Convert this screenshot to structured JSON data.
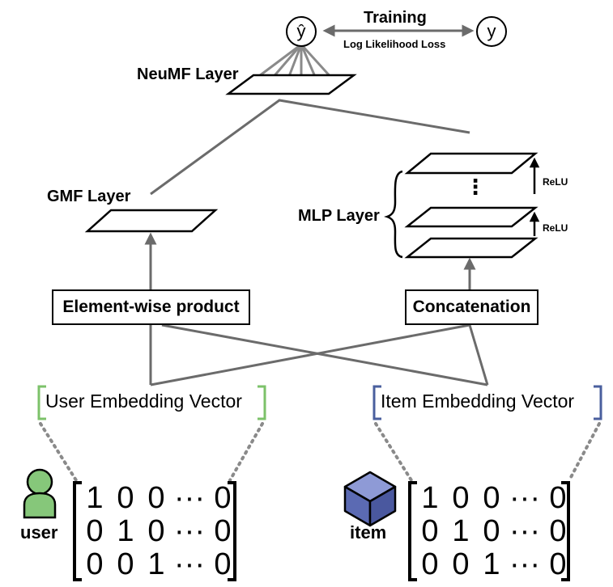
{
  "output": {
    "prediction": "ŷ",
    "target": "y",
    "training_label": "Training",
    "loss_label": "Log Likelihood Loss"
  },
  "layers": {
    "neumf": "NeuMF Layer",
    "gmf": "GMF Layer",
    "mlp": "MLP Layer",
    "activation_top": "ReLU",
    "activation_bottom": "ReLU",
    "vertical_ellipsis": "⋮"
  },
  "operations": {
    "element_wise": "Element-wise product",
    "concatenation": "Concatenation"
  },
  "embeddings": {
    "user": "User Embedding Vector",
    "item": "Item Embedding Vector",
    "user_bracket_color": "#7cc26a",
    "item_bracket_color": "#4a5f9e"
  },
  "inputs": {
    "user_label": "user",
    "item_label": "item",
    "user_icon_color": "#86c77a",
    "item_icon_color": "#6f7fc4",
    "user_matrix": [
      [
        "1",
        "0",
        "0",
        "···",
        "0"
      ],
      [
        "0",
        "1",
        "0",
        "···",
        "0"
      ],
      [
        "0",
        "0",
        "1",
        "···",
        "0"
      ]
    ],
    "item_matrix": [
      [
        "1",
        "0",
        "0",
        "···",
        "0"
      ],
      [
        "0",
        "1",
        "0",
        "···",
        "0"
      ],
      [
        "0",
        "0",
        "1",
        "···",
        "0"
      ]
    ]
  }
}
